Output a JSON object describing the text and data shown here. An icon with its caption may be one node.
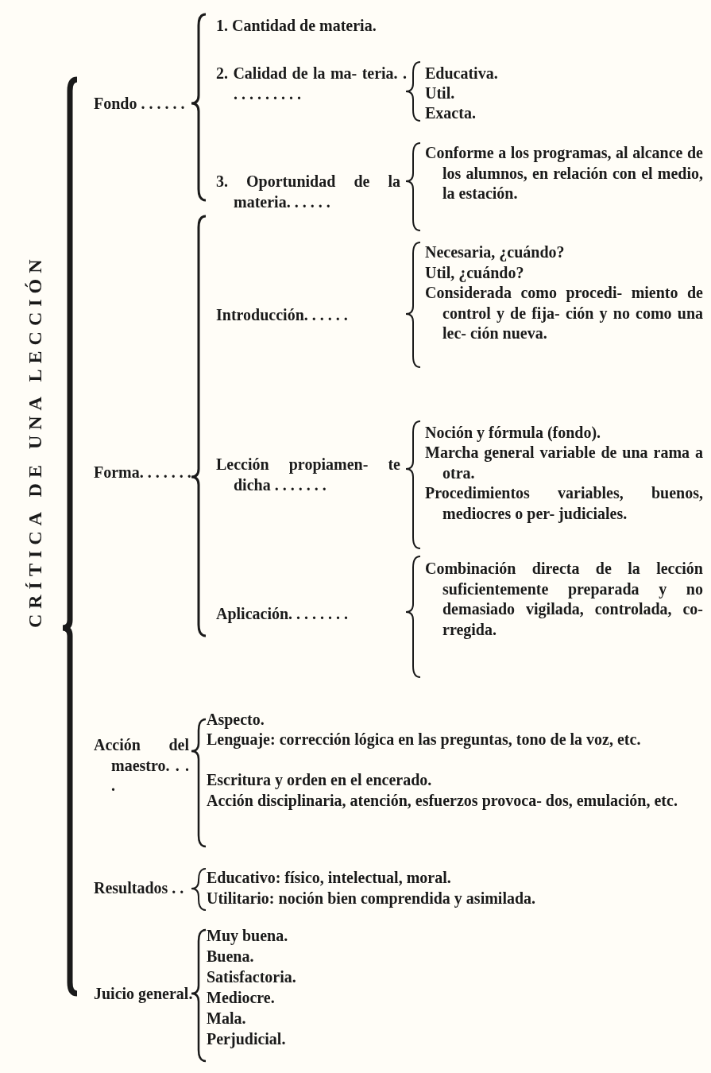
{
  "diagram": {
    "title": "CRÍTICA DE UNA LECCIÓN",
    "labels": [
      "Fondo . . . . . .",
      "1. Cantidad de materia.",
      "2. Calidad de la ma- teria. . . . . . . . . . .",
      "Educativa.",
      "Util.",
      "Exacta.",
      "3. Oportunidad de la materia. . . . . .",
      "Conforme a los programas, al alcance de los alumnos, en relación con el medio, la estación.",
      "Necesaria, ¿cuándo?",
      "Util, ¿cuándo?",
      "Considerada como procedi- miento de control y de fija- ción y no como una lec- ción nueva.",
      "Introducción. . . . . .",
      "Forma. . . . . . .",
      "Lección propiamen- te dicha . . . . . . .",
      "Noción y fórmula (fondo).",
      "Marcha general variable de una rama a otra.",
      "Procedimientos variables, buenos, mediocres o per- judiciales.",
      "Combinación directa de la lección suficientemente preparada y no demasiado vigilada, controlada, co- rregida.",
      "Aplicación. . . . . . . .",
      "Aspecto.",
      "Acción del maestro. . . .",
      "Lenguaje: corrección lógica en las preguntas, tono de la voz, etc.",
      "Escritura y orden en el encerado.",
      "Acción disciplinaria, atención, esfuerzos provoca- dos, emulación, etc.",
      "Resultados . .",
      "Educativo: físico, intelectual, moral.",
      "Utilitario: noción bien comprendida y asimilada.",
      "Juicio general.",
      "Muy buena.",
      "Buena.",
      "Satisfactoria.",
      "Mediocre.",
      "Mala.",
      "Perjudicial."
    ]
  }
}
